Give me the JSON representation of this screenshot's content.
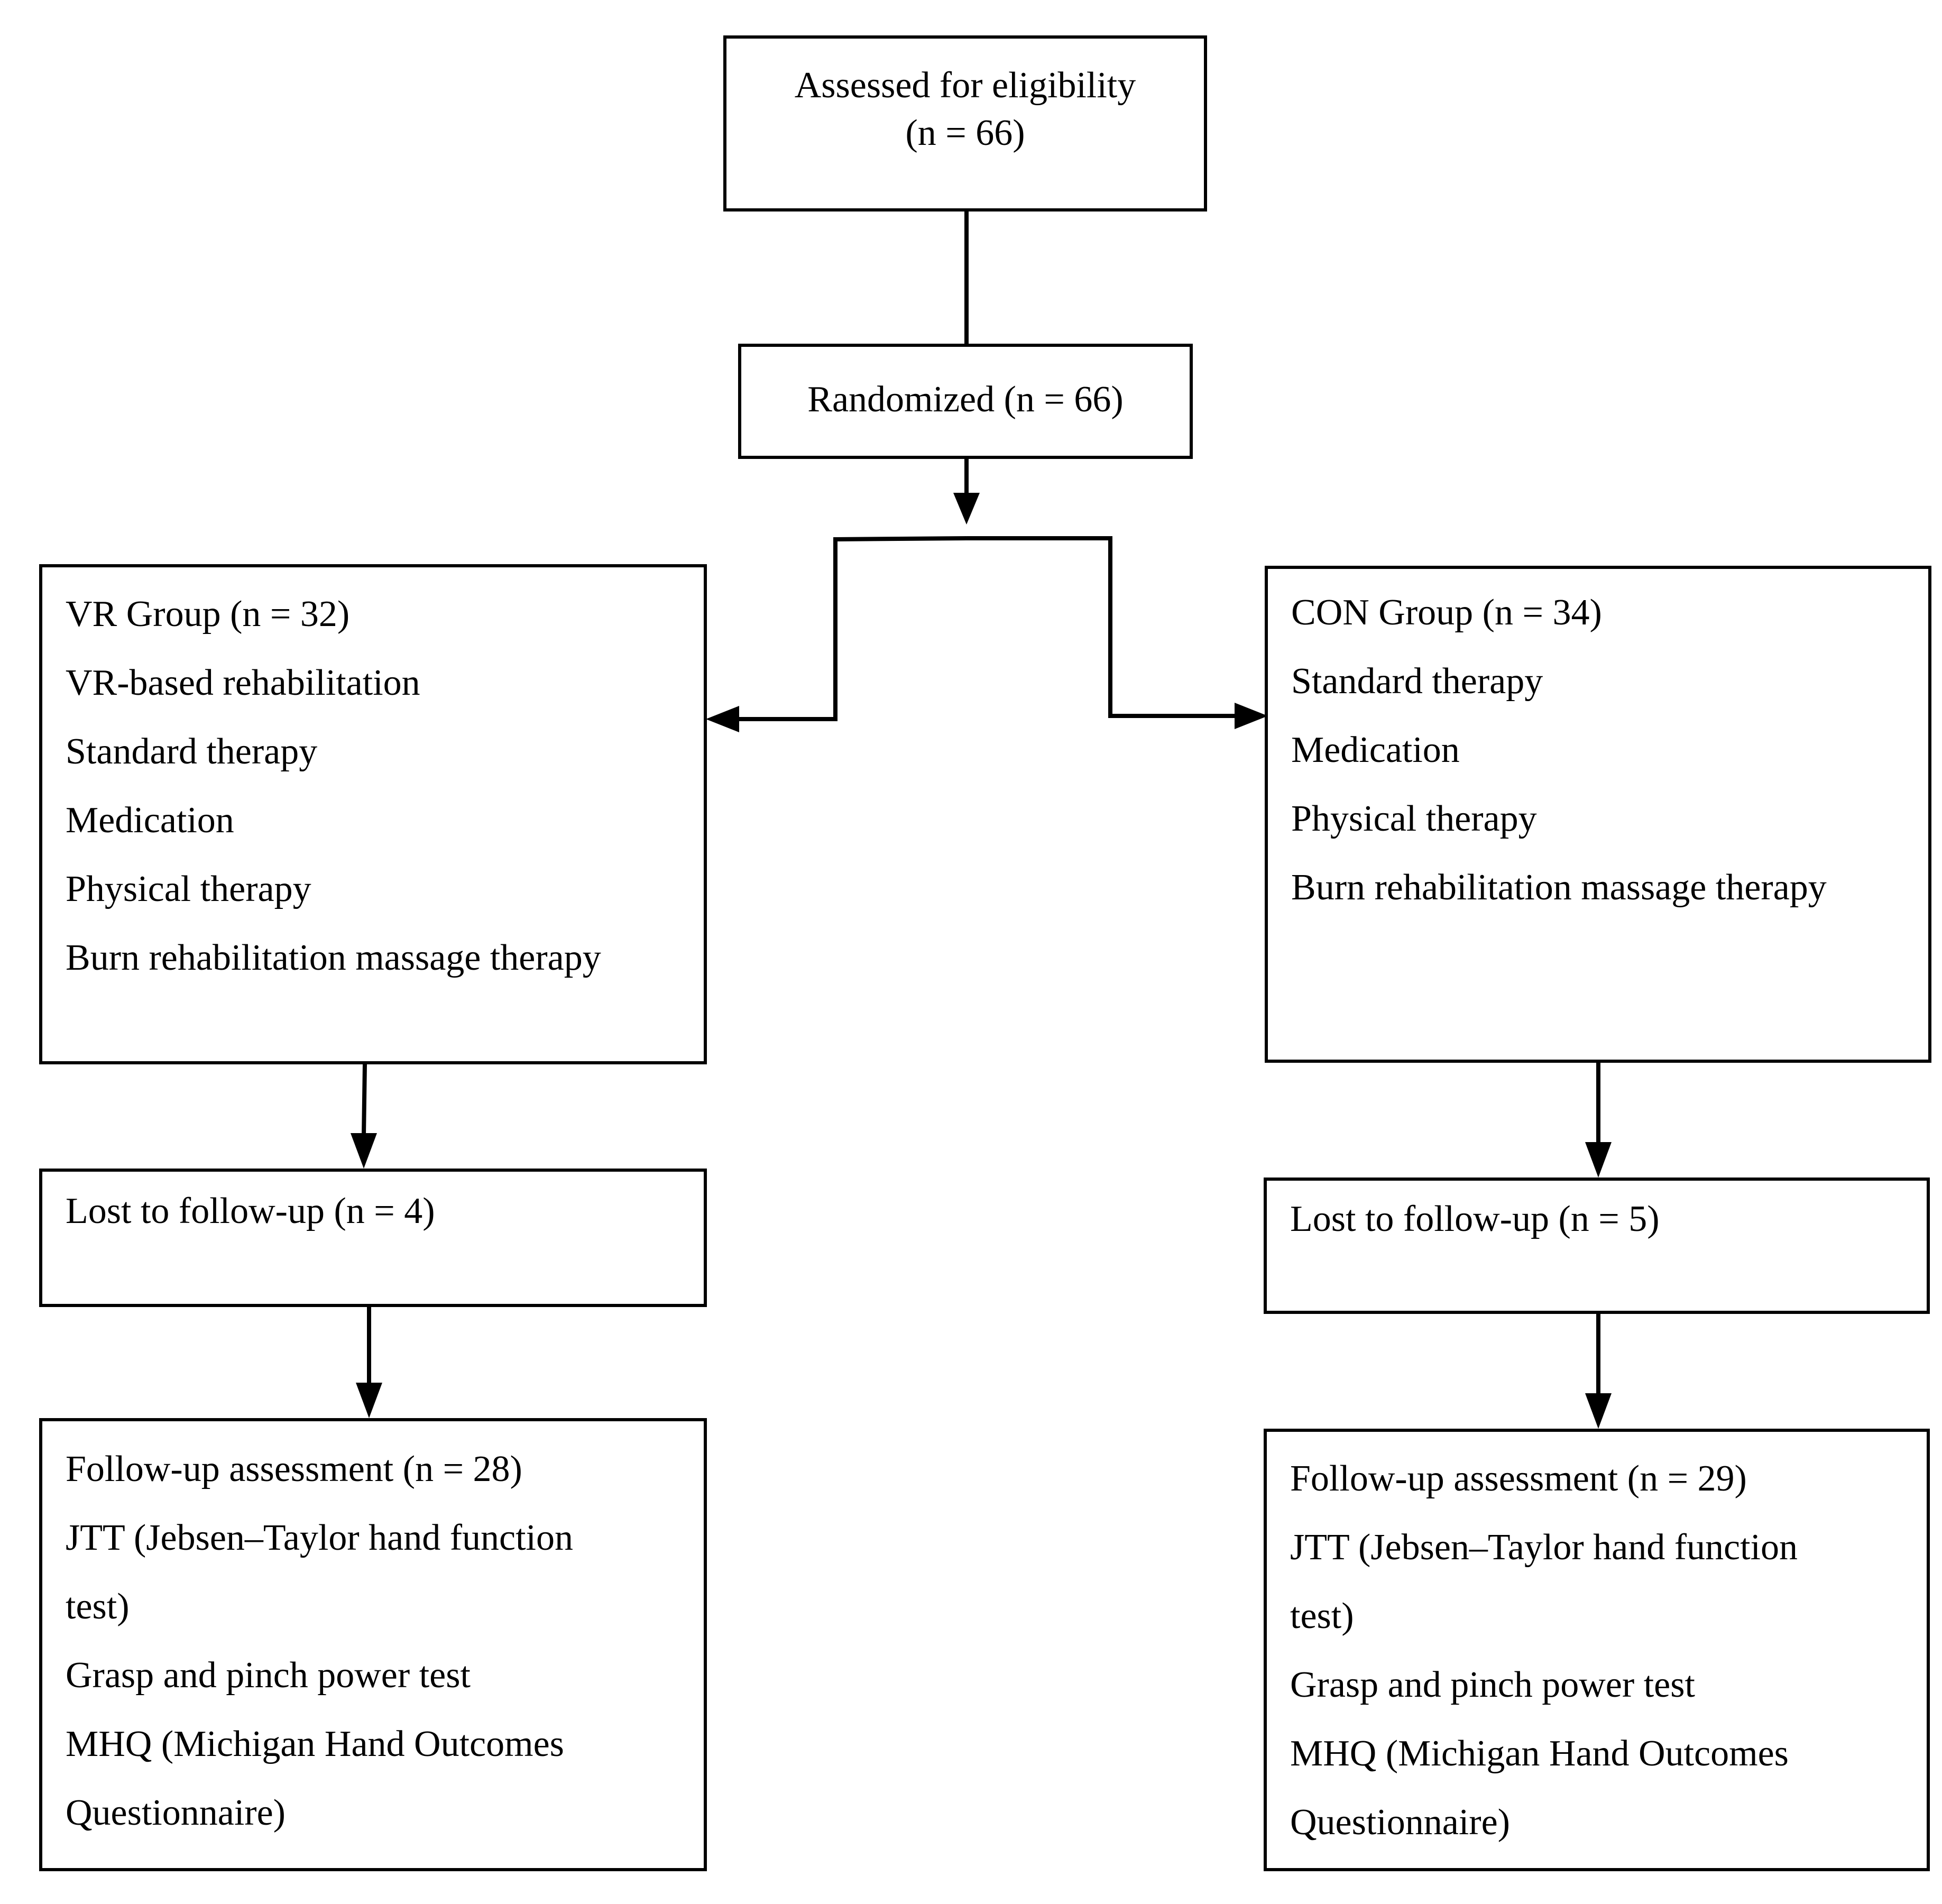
{
  "assessment": {
    "line1": "Assessed for eligibility",
    "line2": "(n = 66)"
  },
  "randomized": {
    "label": "Randomized (n = 66)"
  },
  "vr_group": {
    "title": "VR Group (n = 32)",
    "items": [
      "VR-based rehabilitation",
      "Standard therapy",
      "Medication",
      "Physical therapy",
      "Burn rehabilitation massage therapy"
    ],
    "lost": "Lost to follow-up (n = 4)",
    "followup": {
      "title": "Follow-up assessment (n = 28)",
      "lines": [
        "JTT (Jebsen–Taylor hand function",
        "test)",
        "Grasp and pinch power test",
        "MHQ (Michigan Hand Outcomes",
        "Questionnaire)"
      ]
    }
  },
  "con_group": {
    "title": "CON Group (n = 34)",
    "items": [
      "Standard therapy",
      "Medication",
      "Physical therapy",
      "Burn rehabilitation massage therapy"
    ],
    "lost": "Lost to follow-up (n = 5)",
    "followup": {
      "title": "Follow-up assessment (n = 29)",
      "lines": [
        "JTT (Jebsen–Taylor hand function",
        "test)",
        "Grasp and pinch power test",
        "MHQ (Michigan Hand Outcomes",
        "Questionnaire)"
      ]
    }
  }
}
